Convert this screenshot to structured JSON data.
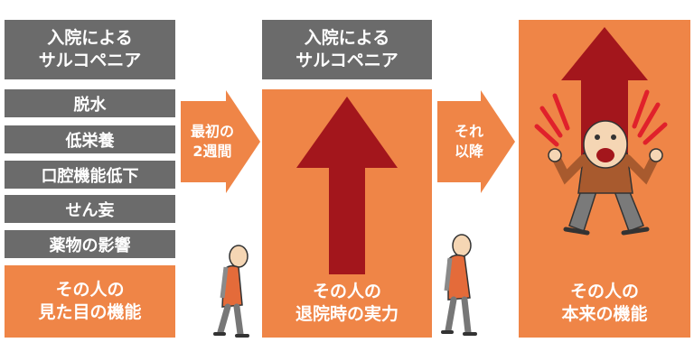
{
  "column1": {
    "header_lines": [
      "入院による",
      "サルコペニア"
    ],
    "factors": [
      "脱水",
      "低栄養",
      "口腔機能低下",
      "せん妄",
      "薬物の影響"
    ],
    "result_lines": [
      "その人の",
      "見た目の機能"
    ]
  },
  "connector1": {
    "lines": [
      "最初の",
      "2週間"
    ]
  },
  "column2": {
    "header_lines": [
      "入院による",
      "サルコペニア"
    ],
    "result_lines": [
      "その人の",
      "退院時の実力"
    ]
  },
  "connector2": {
    "lines": [
      "それ",
      "以降"
    ]
  },
  "column3": {
    "result_lines": [
      "その人の",
      "本来の機能"
    ]
  },
  "colors": {
    "gray": "#6b6b6b",
    "orange": "#ef8547",
    "dark_red": "#a3161c",
    "accent_red": "#e0212b"
  }
}
